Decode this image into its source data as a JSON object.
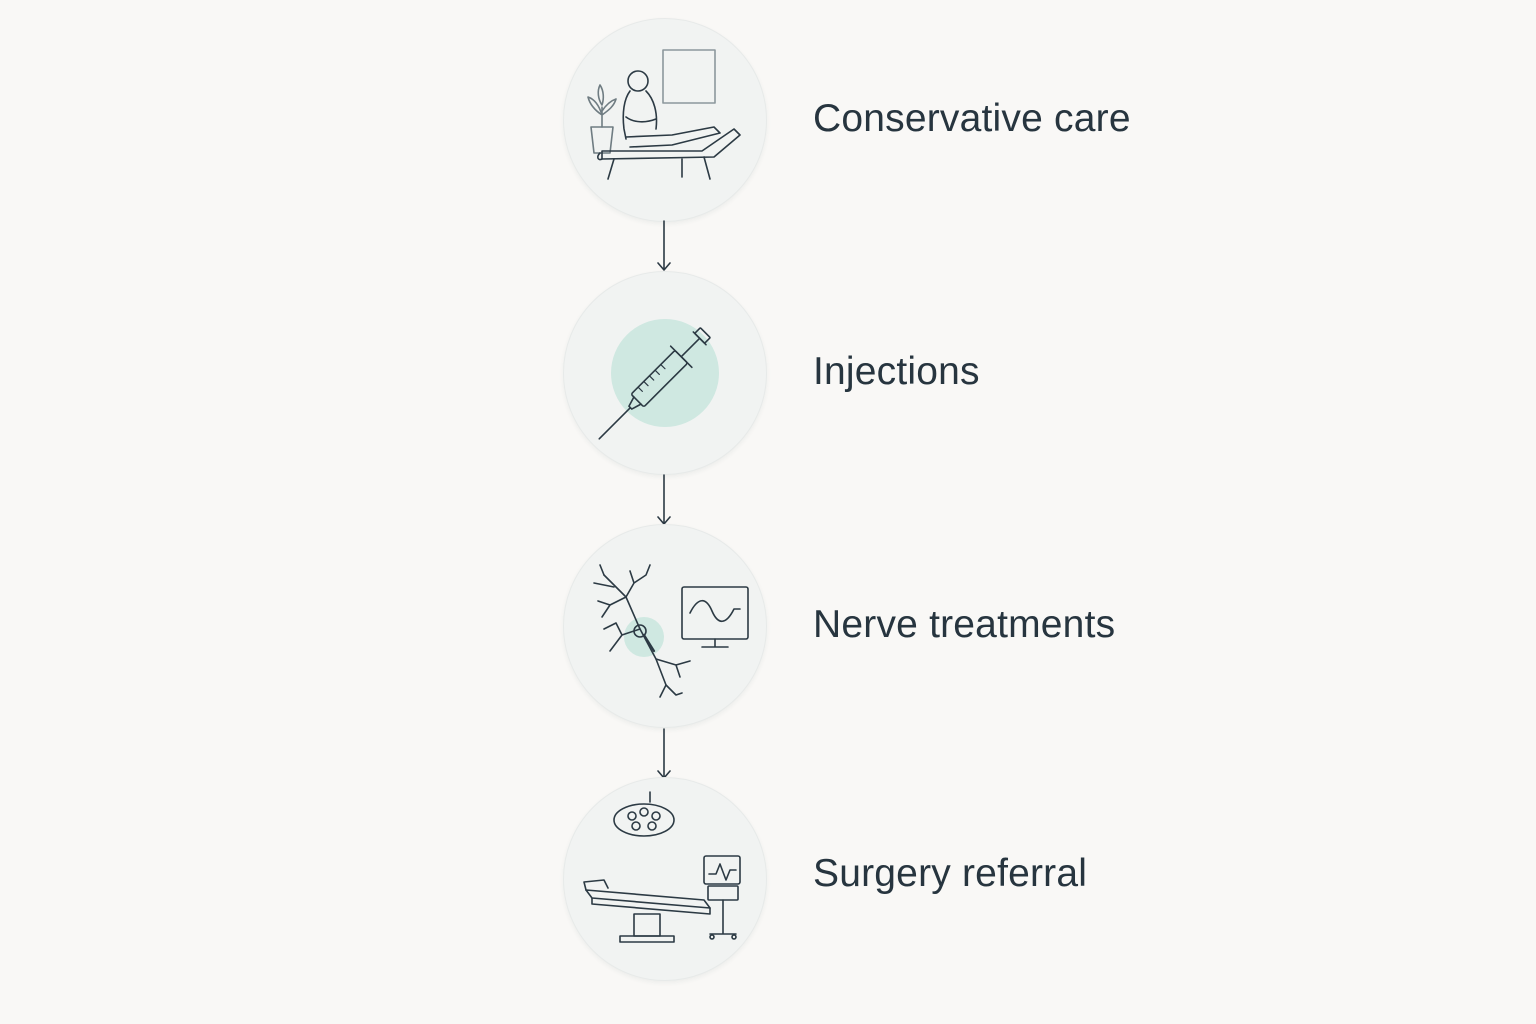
{
  "flow": {
    "steps": [
      {
        "label": "Conservative care",
        "icon": "patient-on-treatment-table-icon"
      },
      {
        "label": "Injections",
        "icon": "syringe-icon"
      },
      {
        "label": "Nerve treatments",
        "icon": "nerve-and-monitor-icon"
      },
      {
        "label": "Surgery referral",
        "icon": "operating-table-and-surgical-light-icon"
      }
    ]
  },
  "colors": {
    "background": "#f9f8f6",
    "circle_fill": "#f1f3f2",
    "stroke": "#2c3a44",
    "accent": "#cfe8e1",
    "text": "#27353f"
  }
}
